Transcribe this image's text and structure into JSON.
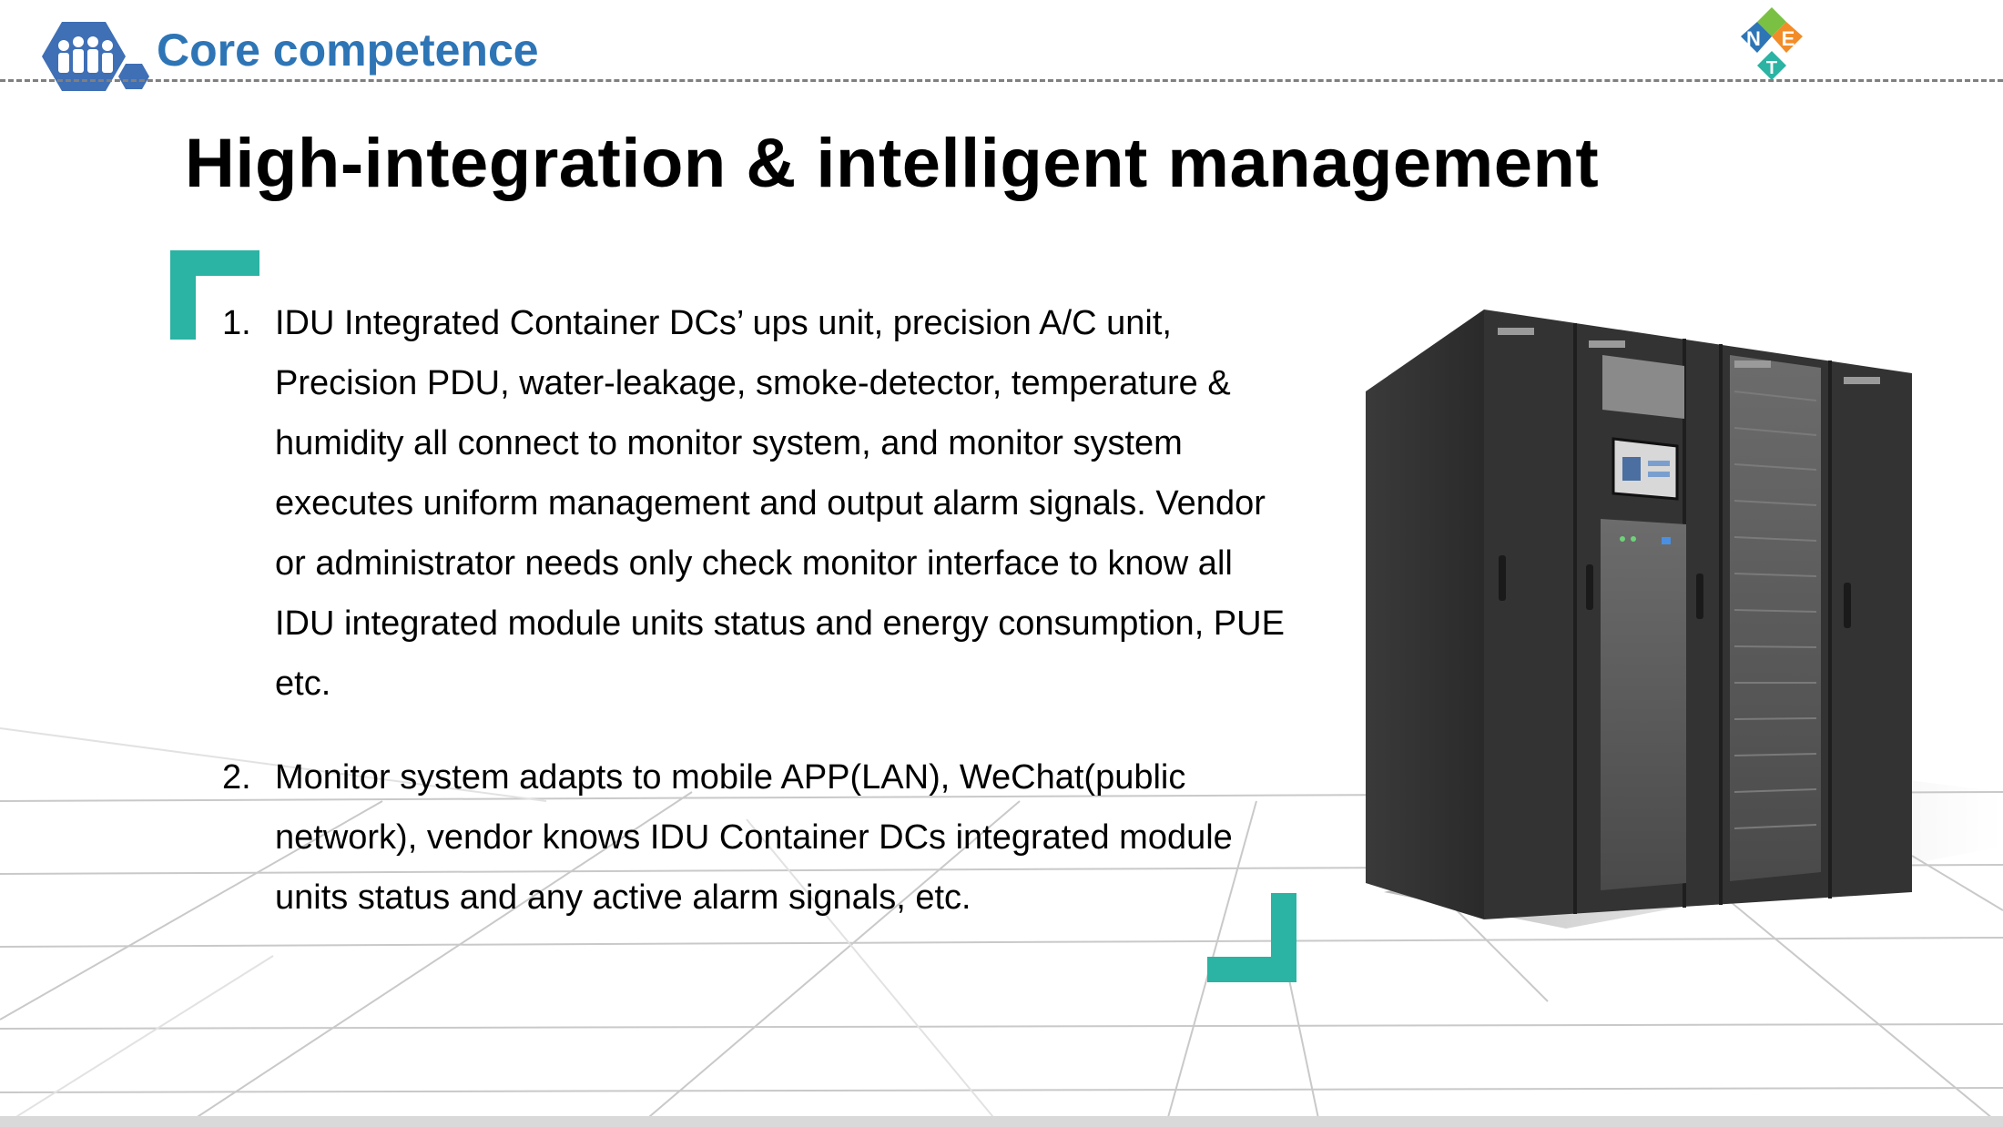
{
  "header": {
    "section_title": "Core competence"
  },
  "title": "High-integration & intelligent management",
  "points": [
    {
      "number": "1.",
      "text": "IDU Integrated Container DCs’ ups unit, precision A/C unit, Precision PDU, water-leakage, smoke-detector, temperature & humidity all connect to monitor system, and monitor system executes uniform management and output alarm signals. Vendor or administrator needs only check monitor interface to know all IDU integrated module units status and energy consumption, PUE etc."
    },
    {
      "number": "2.",
      "text": "Monitor system adapts to mobile APP(LAN), WeChat(public network), vendor knows IDU Container DCs integrated module units status and any active alarm signals, etc."
    }
  ],
  "logo": {
    "letters": [
      "N",
      "E",
      "T"
    ]
  },
  "colors": {
    "accent_teal": "#2bb3a3",
    "header_blue": "#2e75b6",
    "icon_blue": "#3f6fb5",
    "cabinet": "#2f2f2f"
  },
  "icons": [
    "people-hexagon-icon",
    "net-brand-logo",
    "corner-bracket-top-left",
    "corner-bracket-bottom-right"
  ]
}
